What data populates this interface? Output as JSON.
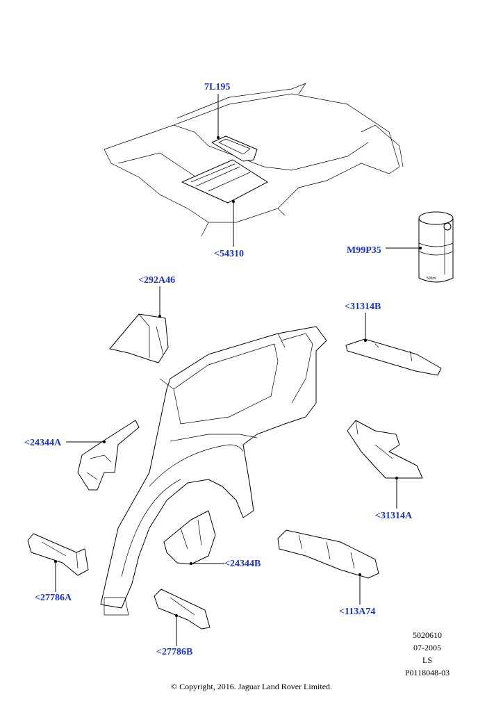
{
  "callouts": {
    "c_7l195": "7L195",
    "c_54310": "<54310",
    "c_m99p35": "M99P35",
    "c_292a46": "<292A46",
    "c_31314b": "<31314B",
    "c_24344a": "<24344A",
    "c_31314a": "<31314A",
    "c_24344b": "<24344B",
    "c_27786a": "<27786A",
    "c_113a74": "<113A74",
    "c_27786b": "<27786B"
  },
  "meta": {
    "line1": "5020610",
    "line2": "07-2005",
    "line3": "LS",
    "line4": "P0118048-03"
  },
  "copyright": "© Copyright, 2016. Jaguar Land Rover Limited.",
  "colors": {
    "callout": "#1a33c9",
    "line": "#000000",
    "background": "#ffffff"
  },
  "icons": {
    "can_label": "500ml"
  }
}
